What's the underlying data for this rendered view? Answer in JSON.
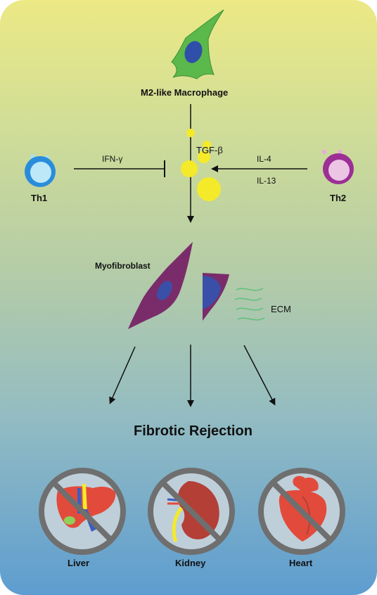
{
  "labels": {
    "macrophage": "M2-like Macrophage",
    "tgf": "TGF-β",
    "ifn": "IFN-γ",
    "il4": "IL-4",
    "il13": "IL-13",
    "th1": "Th1",
    "th2": "Th2",
    "myofibroblast": "Myofibroblast",
    "ecm": "ECM",
    "title": "Fibrotic Rejection",
    "liver": "Liver",
    "kidney": "Kidney",
    "heart": "Heart"
  },
  "icons": {
    "macrophage": "macrophage-cell-icon",
    "th1": "th1-cell-icon",
    "th2": "th2-cell-icon",
    "myofibroblast": "myofibroblast-cell-icon",
    "ecm": "ecm-fibers-icon",
    "liver": "liver-icon",
    "kidney": "kidney-icon",
    "heart": "heart-icon",
    "prohibited": "prohibited-sign-icon"
  },
  "colors": {
    "background_top": "#ece985",
    "background_bottom": "#5e9dd0",
    "macrophage": "#5bb84a",
    "cytokine": "#f4ea2a",
    "th1": "#2a8ddb",
    "th2": "#9b2f95",
    "myofibroblast": "#7a2c6a",
    "nucleus": "#3a4fa8",
    "ecm": "#5fc07a",
    "organ": "#e24b3b",
    "kidney": "#b33f36"
  }
}
